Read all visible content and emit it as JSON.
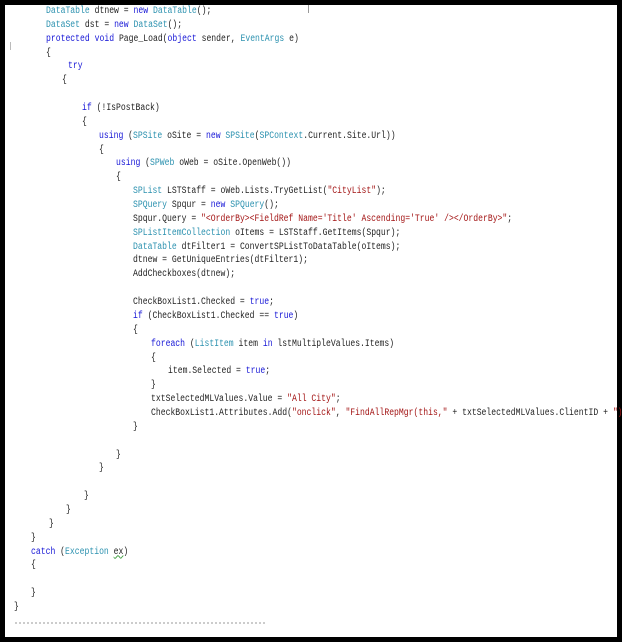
{
  "editor": {
    "language": "csharp",
    "colors": {
      "keyword": "#1515d6",
      "type": "#2b91af",
      "string": "#a31515",
      "text": "#222222"
    },
    "lines": [
      [
        [
          "ty",
          "DataTable"
        ],
        [
          "pl",
          " dtnew = "
        ],
        [
          "kw",
          "new"
        ],
        [
          "pl",
          " "
        ],
        [
          "ty",
          "DataTable"
        ],
        [
          "pl",
          "();"
        ]
      ],
      [
        [
          "ty",
          "DataSet"
        ],
        [
          "pl",
          " dst = "
        ],
        [
          "kw",
          "new"
        ],
        [
          "pl",
          " "
        ],
        [
          "ty",
          "DataSet"
        ],
        [
          "pl",
          "();"
        ]
      ],
      [
        [
          "kw",
          "protected"
        ],
        [
          "pl",
          " "
        ],
        [
          "kw",
          "void"
        ],
        [
          "pl",
          " Page_Load("
        ],
        [
          "kw",
          "object"
        ],
        [
          "pl",
          " sender, "
        ],
        [
          "ty",
          "EventArgs"
        ],
        [
          "pl",
          " e)"
        ]
      ],
      [
        [
          "pl",
          "{"
        ]
      ],
      [
        [
          "kw",
          "try"
        ]
      ],
      [
        [
          "pl",
          "{"
        ]
      ],
      [],
      [
        [
          "kw",
          "if"
        ],
        [
          "pl",
          " (!IsPostBack)"
        ]
      ],
      [
        [
          "pl",
          "{"
        ]
      ],
      [
        [
          "kw",
          "using"
        ],
        [
          "pl",
          " ("
        ],
        [
          "ty",
          "SPSite"
        ],
        [
          "pl",
          " oSite = "
        ],
        [
          "kw",
          "new"
        ],
        [
          "pl",
          " "
        ],
        [
          "ty",
          "SPSite"
        ],
        [
          "pl",
          "("
        ],
        [
          "ty",
          "SPContext"
        ],
        [
          "pl",
          ".Current.Site.Url))"
        ]
      ],
      [
        [
          "pl",
          "{"
        ]
      ],
      [
        [
          "kw",
          "using"
        ],
        [
          "pl",
          " ("
        ],
        [
          "ty",
          "SPWeb"
        ],
        [
          "pl",
          " oWeb = oSite.OpenWeb())"
        ]
      ],
      [
        [
          "pl",
          "{"
        ]
      ],
      [
        [
          "ty",
          "SPList"
        ],
        [
          "pl",
          " LSTStaff = oWeb.Lists.TryGetList("
        ],
        [
          "st",
          "\"CityList\""
        ],
        [
          "pl",
          ");"
        ]
      ],
      [
        [
          "ty",
          "SPQuery"
        ],
        [
          "pl",
          " Spqur = "
        ],
        [
          "kw",
          "new"
        ],
        [
          "pl",
          " "
        ],
        [
          "ty",
          "SPQuery"
        ],
        [
          "pl",
          "();"
        ]
      ],
      [
        [
          "pl",
          "Spqur.Query = "
        ],
        [
          "st",
          "\"<OrderBy><FieldRef Name='Title' Ascending='True' /></OrderBy>\""
        ],
        [
          "pl",
          ";"
        ]
      ],
      [
        [
          "ty",
          "SPListItemCollection"
        ],
        [
          "pl",
          " oItems = LSTStaff.GetItems(Spqur);"
        ]
      ],
      [
        [
          "ty",
          "DataTable"
        ],
        [
          "pl",
          " dtFilter1 = ConvertSPListToDataTable(oItems);"
        ]
      ],
      [
        [
          "pl",
          "dtnew = GetUniqueEntries(dtFilter1);"
        ]
      ],
      [
        [
          "pl",
          "AddCheckboxes(dtnew);"
        ]
      ],
      [],
      [
        [
          "pl",
          "CheckBoxList1.Checked = "
        ],
        [
          "kw",
          "true"
        ],
        [
          "pl",
          ";"
        ]
      ],
      [
        [
          "kw",
          "if"
        ],
        [
          "pl",
          " (CheckBoxList1.Checked == "
        ],
        [
          "kw",
          "true"
        ],
        [
          "pl",
          ")"
        ]
      ],
      [
        [
          "pl",
          "{"
        ]
      ],
      [
        [
          "kw",
          "foreach"
        ],
        [
          "pl",
          " ("
        ],
        [
          "ty",
          "ListItem"
        ],
        [
          "pl",
          " item "
        ],
        [
          "kw",
          "in"
        ],
        [
          "pl",
          " lstMultipleValues.Items)"
        ]
      ],
      [
        [
          "pl",
          "{"
        ]
      ],
      [
        [
          "pl",
          "item.Selected = "
        ],
        [
          "kw",
          "true"
        ],
        [
          "pl",
          ";"
        ]
      ],
      [
        [
          "pl",
          "}"
        ]
      ],
      [
        [
          "pl",
          "txtSelectedMLValues.Value = "
        ],
        [
          "st",
          "\"All City\""
        ],
        [
          "pl",
          ";"
        ]
      ],
      [
        [
          "pl",
          "CheckBoxList1.Attributes.Add("
        ],
        [
          "st",
          "\"onclick\""
        ],
        [
          "pl",
          ", "
        ],
        [
          "st",
          "\"FindAllRepMgr(this,\""
        ],
        [
          "pl",
          " + txtSelectedMLValues.ClientID + "
        ],
        [
          "st",
          "\");\""
        ],
        [
          "pl",
          ");"
        ]
      ],
      [
        [
          "pl",
          "}"
        ]
      ],
      [],
      [
        [
          "pl",
          "}"
        ]
      ],
      [
        [
          "pl",
          "}"
        ]
      ],
      [],
      [
        [
          "pl",
          "}"
        ]
      ],
      [
        [
          "pl",
          "}"
        ]
      ],
      [
        [
          "pl",
          "}"
        ]
      ],
      [
        [
          "pl",
          "}"
        ]
      ],
      [
        [
          "kw",
          "catch"
        ],
        [
          "pl",
          " ("
        ],
        [
          "ty",
          "Exception"
        ],
        [
          "pl",
          " "
        ],
        [
          "sq",
          "ex"
        ],
        [
          "pl",
          ")"
        ]
      ],
      [
        [
          "pl",
          "{"
        ]
      ],
      [],
      [
        [
          "pl",
          "}"
        ]
      ],
      [
        [
          "pl",
          "}"
        ]
      ]
    ]
  }
}
